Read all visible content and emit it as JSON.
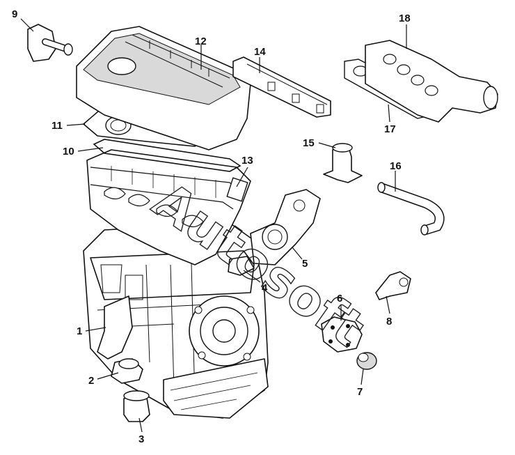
{
  "watermark": "Autosoft",
  "callouts": [
    {
      "id": "1",
      "label": "1"
    },
    {
      "id": "2",
      "label": "2"
    },
    {
      "id": "3",
      "label": "3"
    },
    {
      "id": "4",
      "label": "4"
    },
    {
      "id": "5",
      "label": "5"
    },
    {
      "id": "6",
      "label": "6"
    },
    {
      "id": "7",
      "label": "7"
    },
    {
      "id": "8",
      "label": "8"
    },
    {
      "id": "9",
      "label": "9"
    },
    {
      "id": "10",
      "label": "10"
    },
    {
      "id": "11",
      "label": "11"
    },
    {
      "id": "12",
      "label": "12"
    },
    {
      "id": "13",
      "label": "13"
    },
    {
      "id": "14",
      "label": "14"
    },
    {
      "id": "15",
      "label": "15"
    },
    {
      "id": "16",
      "label": "16"
    },
    {
      "id": "17",
      "label": "17"
    },
    {
      "id": "18",
      "label": "18"
    }
  ]
}
